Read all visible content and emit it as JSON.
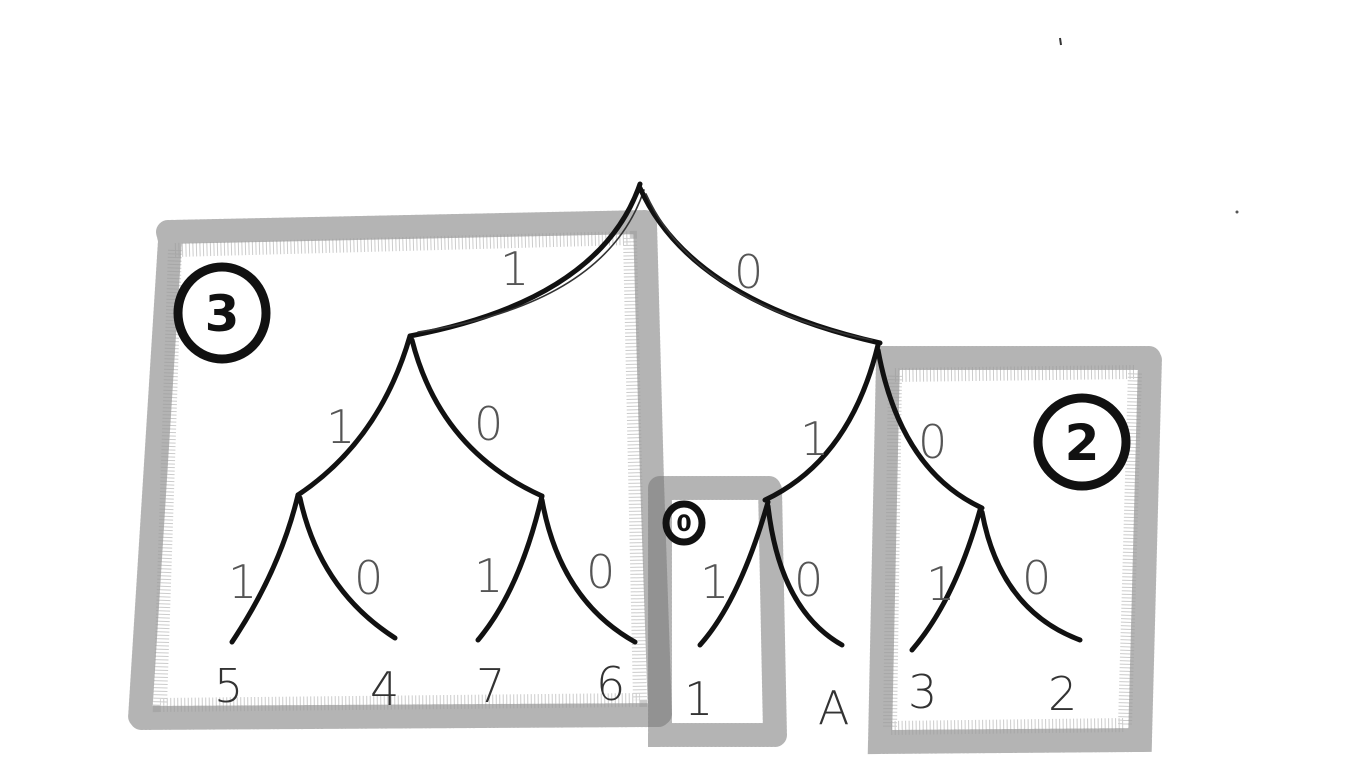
{
  "tree": {
    "edge_labels": {
      "root_left": "1",
      "root_right": "0",
      "l_left": "1",
      "l_right": "0",
      "r_left": "1",
      "r_right": "0",
      "ll_left": "1",
      "ll_right": "0",
      "lr_left": "1",
      "lr_right": "0",
      "rl_left": "1",
      "rl_right": "0",
      "rr_left": "1",
      "rr_right": "0"
    },
    "leaves": [
      "5",
      "4",
      "7",
      "6",
      "1",
      "A",
      "3",
      "2"
    ]
  },
  "groups": {
    "left": "3",
    "right": "2",
    "middle": "0"
  }
}
